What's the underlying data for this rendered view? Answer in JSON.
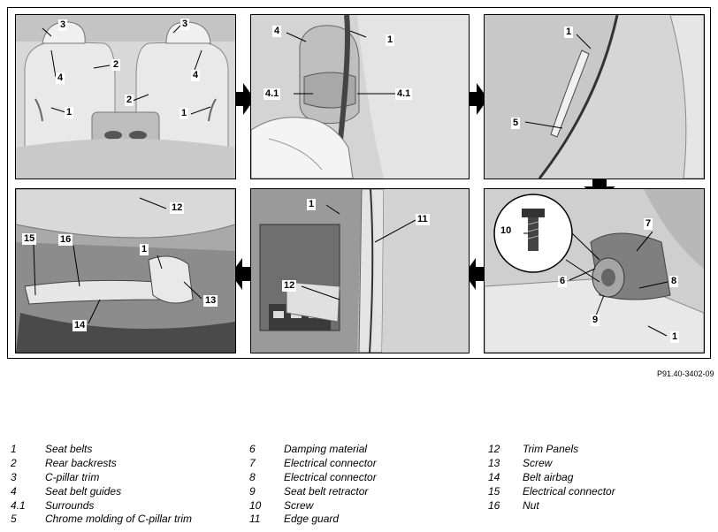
{
  "figure": {
    "code": "P91.40-3402-09",
    "panels": [
      {
        "callouts": [
          "3",
          "3",
          "4",
          "4",
          "2",
          "2",
          "1",
          "1"
        ]
      },
      {
        "callouts": [
          "4",
          "1",
          "4.1",
          "4.1"
        ]
      },
      {
        "callouts": [
          "1",
          "5"
        ]
      },
      {
        "callouts": [
          "7",
          "10",
          "6",
          "8",
          "9",
          "1"
        ]
      },
      {
        "callouts": [
          "1",
          "11",
          "12"
        ]
      },
      {
        "callouts": [
          "12",
          "15",
          "16",
          "1",
          "13",
          "14"
        ]
      }
    ]
  },
  "legend": {
    "col1": [
      {
        "num": "1",
        "desc": "Seat belts"
      },
      {
        "num": "2",
        "desc": "Rear backrests"
      },
      {
        "num": "3",
        "desc": "C-pillar trim"
      },
      {
        "num": "4",
        "desc": "Seat belt guides"
      },
      {
        "num": "4.1",
        "desc": "Surrounds"
      },
      {
        "num": "5",
        "desc": "Chrome molding of C-pillar trim"
      }
    ],
    "col2": [
      {
        "num": "6",
        "desc": "Damping material"
      },
      {
        "num": "7",
        "desc": "Electrical connector"
      },
      {
        "num": "8",
        "desc": "Electrical connector"
      },
      {
        "num": "9",
        "desc": "Seat belt retractor"
      },
      {
        "num": "10",
        "desc": "Screw"
      },
      {
        "num": "11",
        "desc": "Edge guard"
      }
    ],
    "col3": [
      {
        "num": "12",
        "desc": "Trim Panels"
      },
      {
        "num": "13",
        "desc": "Screw"
      },
      {
        "num": "14",
        "desc": "Belt airbag"
      },
      {
        "num": "15",
        "desc": "Electrical connector"
      },
      {
        "num": "16",
        "desc": "Nut"
      }
    ]
  }
}
